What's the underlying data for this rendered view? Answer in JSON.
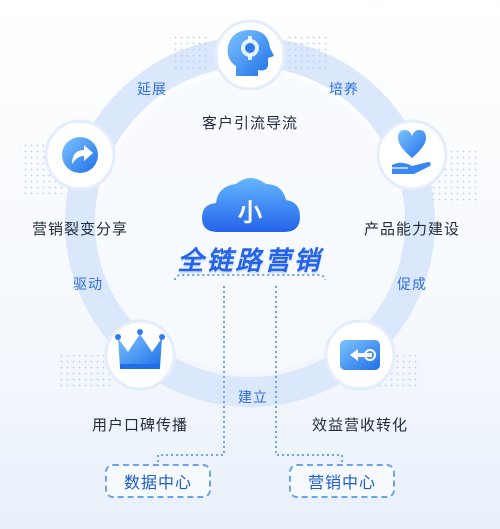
{
  "center": {
    "title": "全链路营销",
    "badge_char": "小"
  },
  "stages": [
    {
      "key": "customer-acquisition",
      "label": "客户引流导流",
      "icon": "head-profile-icon"
    },
    {
      "key": "product-capability",
      "label": "产品能力建设",
      "icon": "heart-hand-icon"
    },
    {
      "key": "revenue-conversion",
      "label": "效益营收转化",
      "icon": "transfer-arrows-icon"
    },
    {
      "key": "word-of-mouth",
      "label": "用户口碑传播",
      "icon": "crown-icon"
    },
    {
      "key": "viral-sharing",
      "label": "营销裂变分享",
      "icon": "share-arrow-icon"
    }
  ],
  "connectors": [
    "培养",
    "促成",
    "建立",
    "驱动",
    "延展"
  ],
  "bottom_boxes": [
    "数据中心",
    "营销中心"
  ],
  "colors": {
    "accent": "#2563eb",
    "ring": "#dbe8fb",
    "icon_light": "#5fb2ff",
    "icon_dark": "#1f6fe8",
    "box_border": "#6aa3f0"
  }
}
